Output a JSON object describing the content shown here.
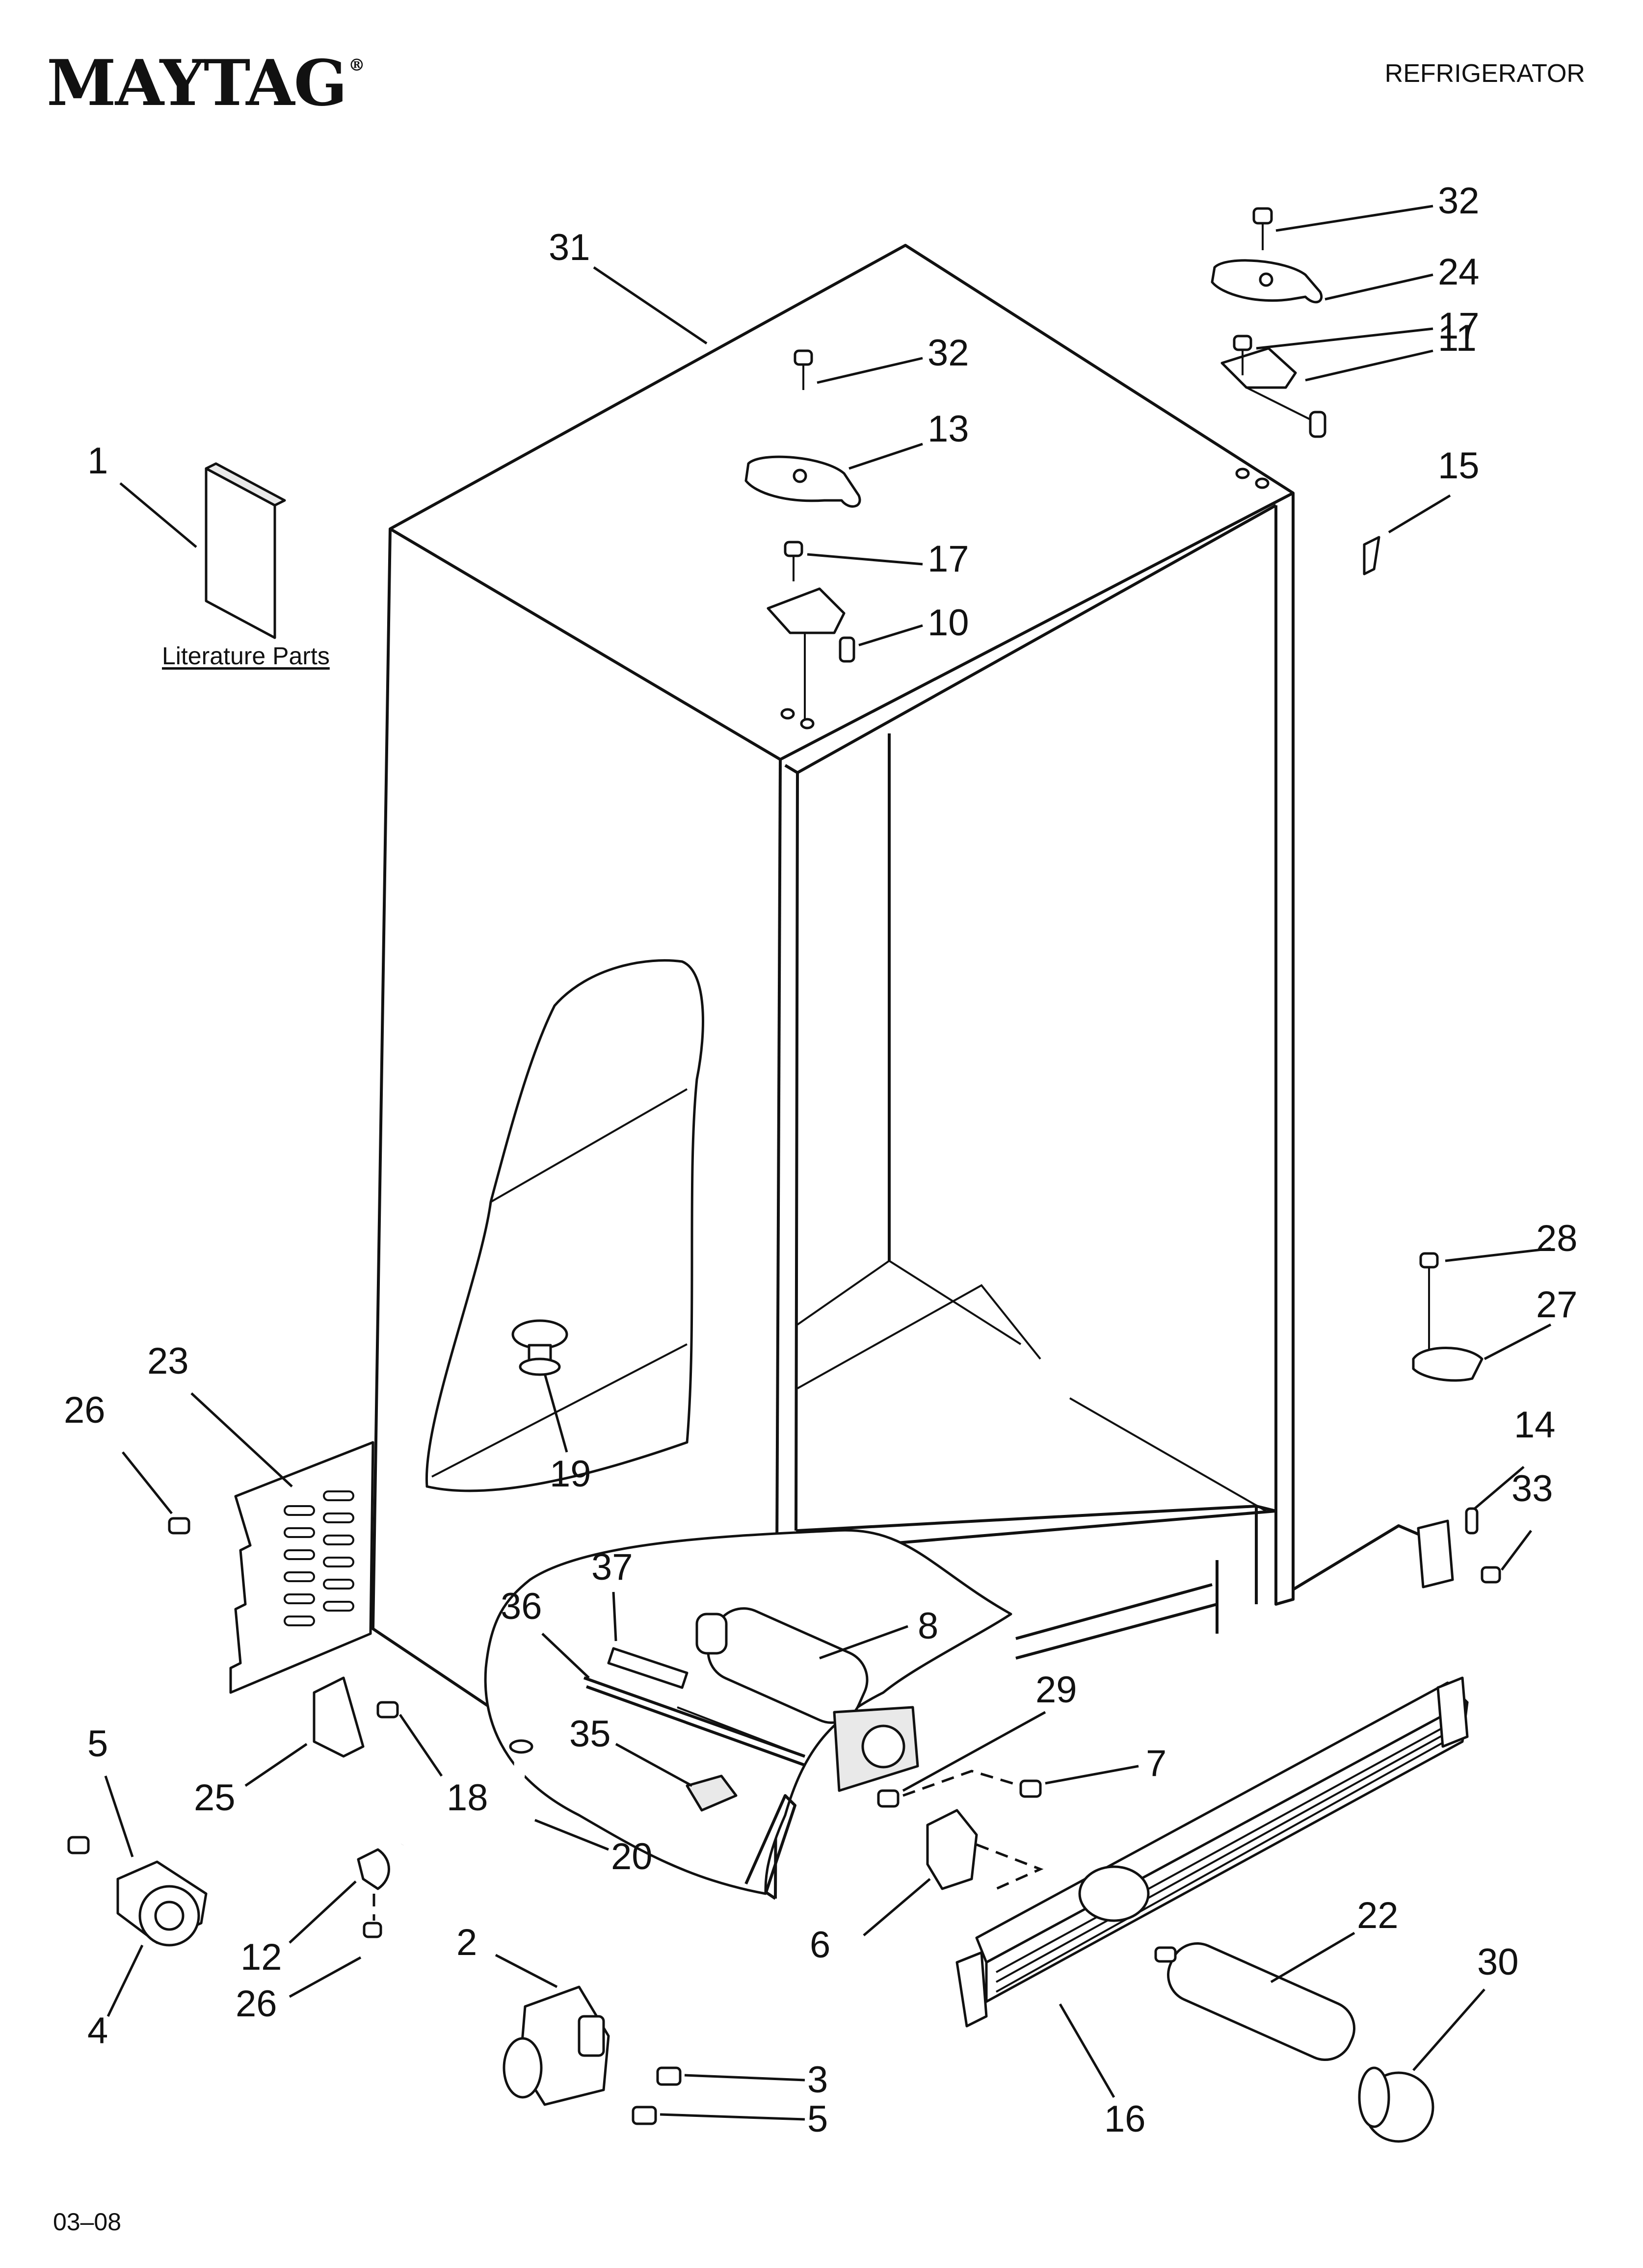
{
  "header": {
    "brand": "MAYTAG",
    "registered_mark": "®",
    "doc_type": "REFRIGERATOR"
  },
  "footer": {
    "code": "03–08"
  },
  "literature_label": "Literature Parts",
  "callouts": [
    {
      "id": "c1",
      "label": "1"
    },
    {
      "id": "c31",
      "label": "31"
    },
    {
      "id": "c32a",
      "label": "32"
    },
    {
      "id": "c24",
      "label": "24"
    },
    {
      "id": "c17a",
      "label": "17"
    },
    {
      "id": "c11",
      "label": "11"
    },
    {
      "id": "c15",
      "label": "15"
    },
    {
      "id": "c32b",
      "label": "32"
    },
    {
      "id": "c13",
      "label": "13"
    },
    {
      "id": "c17b",
      "label": "17"
    },
    {
      "id": "c10",
      "label": "10"
    },
    {
      "id": "c28",
      "label": "28"
    },
    {
      "id": "c27",
      "label": "27"
    },
    {
      "id": "c14",
      "label": "14"
    },
    {
      "id": "c33",
      "label": "33"
    },
    {
      "id": "c23",
      "label": "23"
    },
    {
      "id": "c26a",
      "label": "26"
    },
    {
      "id": "c19",
      "label": "19"
    },
    {
      "id": "c37",
      "label": "37"
    },
    {
      "id": "c36",
      "label": "36"
    },
    {
      "id": "c8",
      "label": "8"
    },
    {
      "id": "c29",
      "label": "29"
    },
    {
      "id": "c35",
      "label": "35"
    },
    {
      "id": "c7",
      "label": "7"
    },
    {
      "id": "c5a",
      "label": "5"
    },
    {
      "id": "c25",
      "label": "25"
    },
    {
      "id": "c18",
      "label": "18"
    },
    {
      "id": "c20",
      "label": "20"
    },
    {
      "id": "c12",
      "label": "12"
    },
    {
      "id": "c26b",
      "label": "26"
    },
    {
      "id": "c4",
      "label": "4"
    },
    {
      "id": "c2",
      "label": "2"
    },
    {
      "id": "c3",
      "label": "3"
    },
    {
      "id": "c5b",
      "label": "5"
    },
    {
      "id": "c6",
      "label": "6"
    },
    {
      "id": "c22",
      "label": "22"
    },
    {
      "id": "c30",
      "label": "30"
    },
    {
      "id": "c16",
      "label": "16"
    }
  ]
}
